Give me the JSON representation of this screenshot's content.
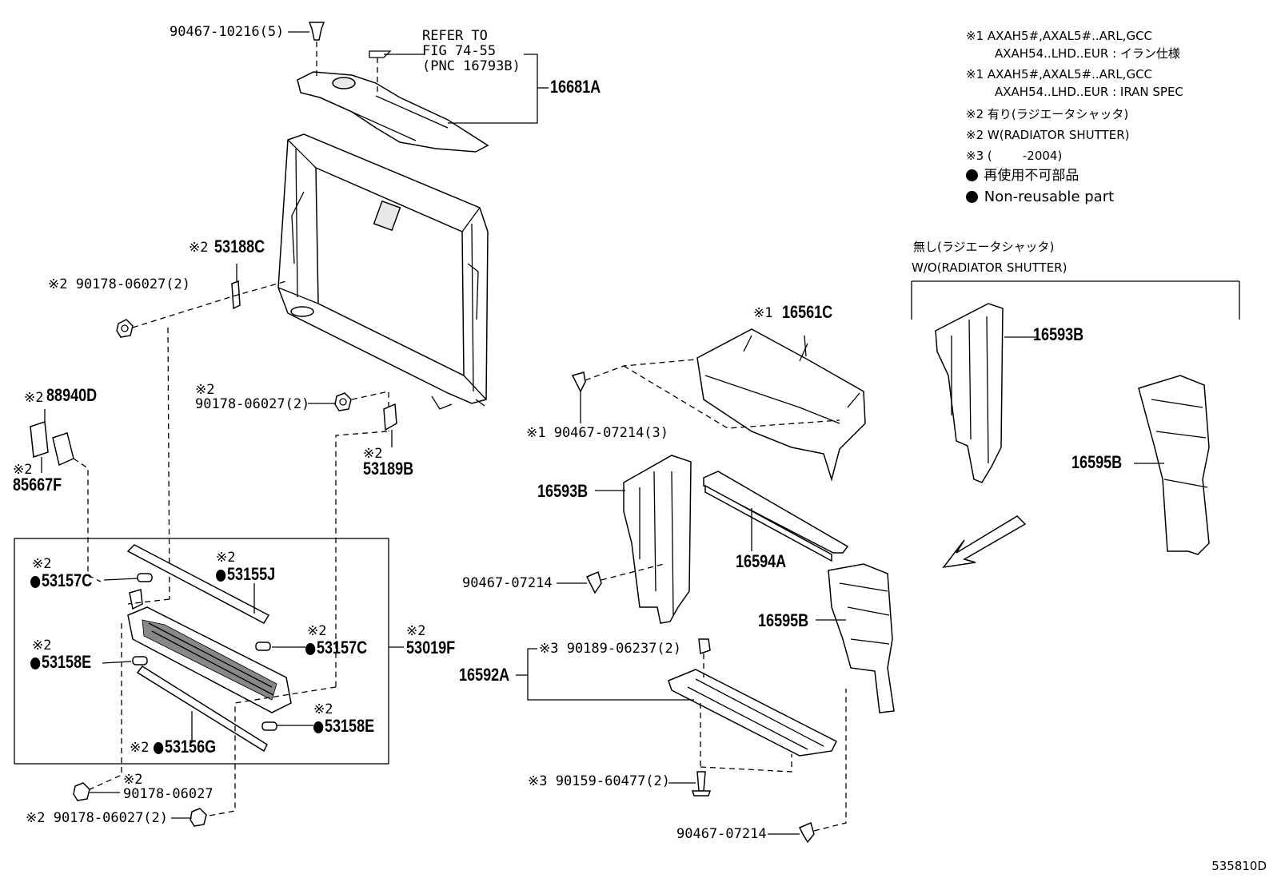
{
  "legend": {
    "note1_jp_line1": "※1 AXAH5#,AXAL5#..ARL,GCC",
    "note1_jp_line2": "AXAH54..LHD..EUR : イラン仕様",
    "note1_en_line1": "※1 AXAH5#,AXAL5#..ARL,GCC",
    "note1_en_line2": "AXAH54..LHD..EUR : IRAN SPEC",
    "note2_jp": "※2 有り(ラジエータシャッタ)",
    "note2_en": "※2 W(RADIATOR SHUTTER)",
    "note3": "※3 (        -2004)",
    "nonreusable_jp": "再使用不可部品",
    "nonreusable_en": "Non-reusable part"
  },
  "inset": {
    "title_jp": "無し(ラジエータシャッタ)",
    "title_en": "W/O(RADIATOR SHUTTER)"
  },
  "reference": "REFER TO\nFIG 74-55\n(PNC 16793B)",
  "labels": {
    "p90467_10216": "90467-10216(5)",
    "p16681A": "16681A",
    "p53188C_mark": "※2",
    "p53188C": "53188C",
    "p90178_06027_a": "※2 90178-06027(2)",
    "p90178_06027_b_mark": "※2",
    "p90178_06027_b": "90178-06027(2)",
    "p88940D_mark": "※2",
    "p88940D": "88940D",
    "p85667F_mark": "※2",
    "p85667F": "85667F",
    "p53189B_mark": "※2",
    "p53189B": "53189B",
    "p16561C_mark": "※1",
    "p16561C": "16561C",
    "p90467_07214_3": "※1 90467-07214(3)",
    "p16593B_a": "16593B",
    "p16594A": "16594A",
    "p90467_07214_a": "90467-07214",
    "p16595B_a": "16595B",
    "p16593B_b": "16593B",
    "p16595B_b": "16595B",
    "p53157C_a_mark": "※2",
    "p53157C_a": "53157C",
    "p53155J_mark": "※2",
    "p53155J": "53155J",
    "p53158E_a_mark": "※2",
    "p53158E_a": "53158E",
    "p53157C_b_mark": "※2",
    "p53157C_b": "53157C",
    "p53019F_mark": "※2",
    "p53019F": "53019F",
    "p53158E_b_mark": "※2",
    "p53158E_b": "53158E",
    "p53156G_mark": "※2",
    "p53156G": "53156G",
    "p90178_06027_c_mark": "※2",
    "p90178_06027_c": "90178-06027",
    "p90178_06027_d": "※2 90178-06027(2)",
    "p16592A": "16592A",
    "p90189_06237": "※3 90189-06237(2)",
    "p90159_60477": "※3 90159-60477(2)",
    "p90467_07214_b": "90467-07214"
  },
  "illustration_code": "535810D"
}
